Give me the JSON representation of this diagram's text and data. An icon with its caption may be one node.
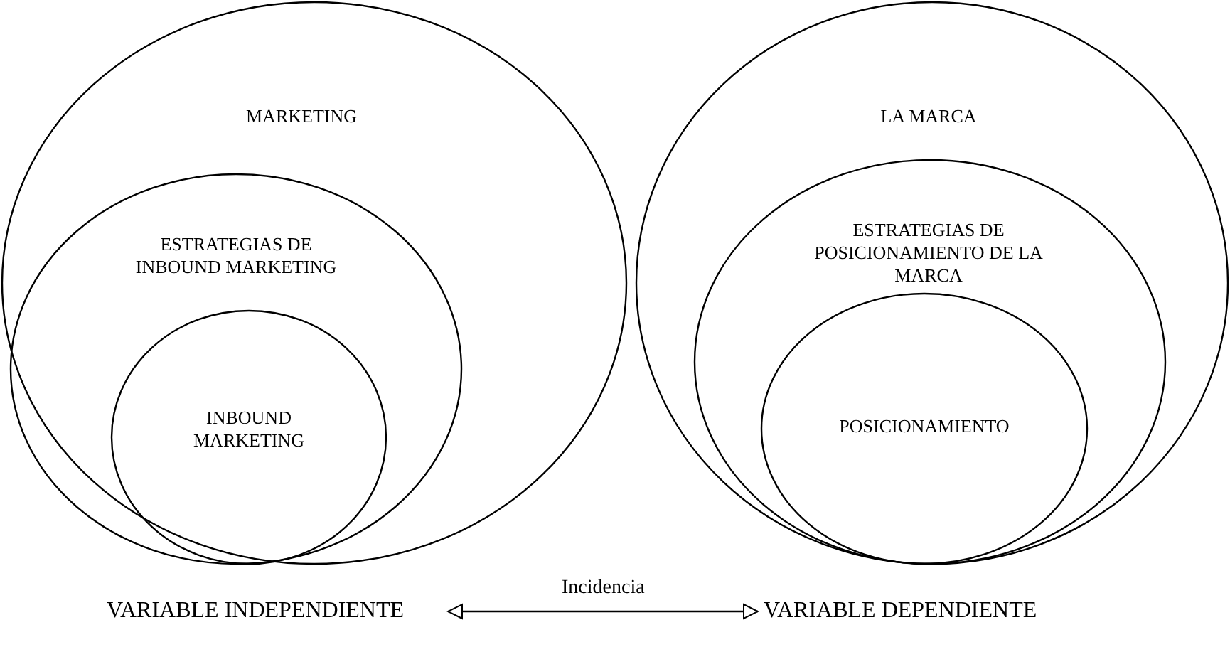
{
  "diagram": {
    "nodes": [
      {
        "text": [
          "MARKETING"
        ]
      },
      {
        "text": [
          "ESTRATEGIAS DE INBOUND MARKETING"
        ],
        "in": 0
      },
      {
        "text": [
          "INBOUND MARKETING"
        ],
        "in": 1
      },
      {
        "text": [
          "LA MARCA"
        ]
      },
      {
        "text": [
          "ESTRATEGIAS DE POSICIONAMIENTO DE LA MARCA"
        ],
        "in": 3
      },
      {
        "text": [
          "POSICIONAMIENTO"
        ],
        "in": 4
      },
      {
        "text": [
          "VARIABLE INDEPENDIENTE"
        ]
      },
      {
        "text": [
          "VARIABLE DEPENDIENTE"
        ]
      }
    ],
    "edges": [
      {
        "from": 6,
        "to": 7,
        "arrow": "both",
        "label": "Incidencia"
      }
    ]
  }
}
